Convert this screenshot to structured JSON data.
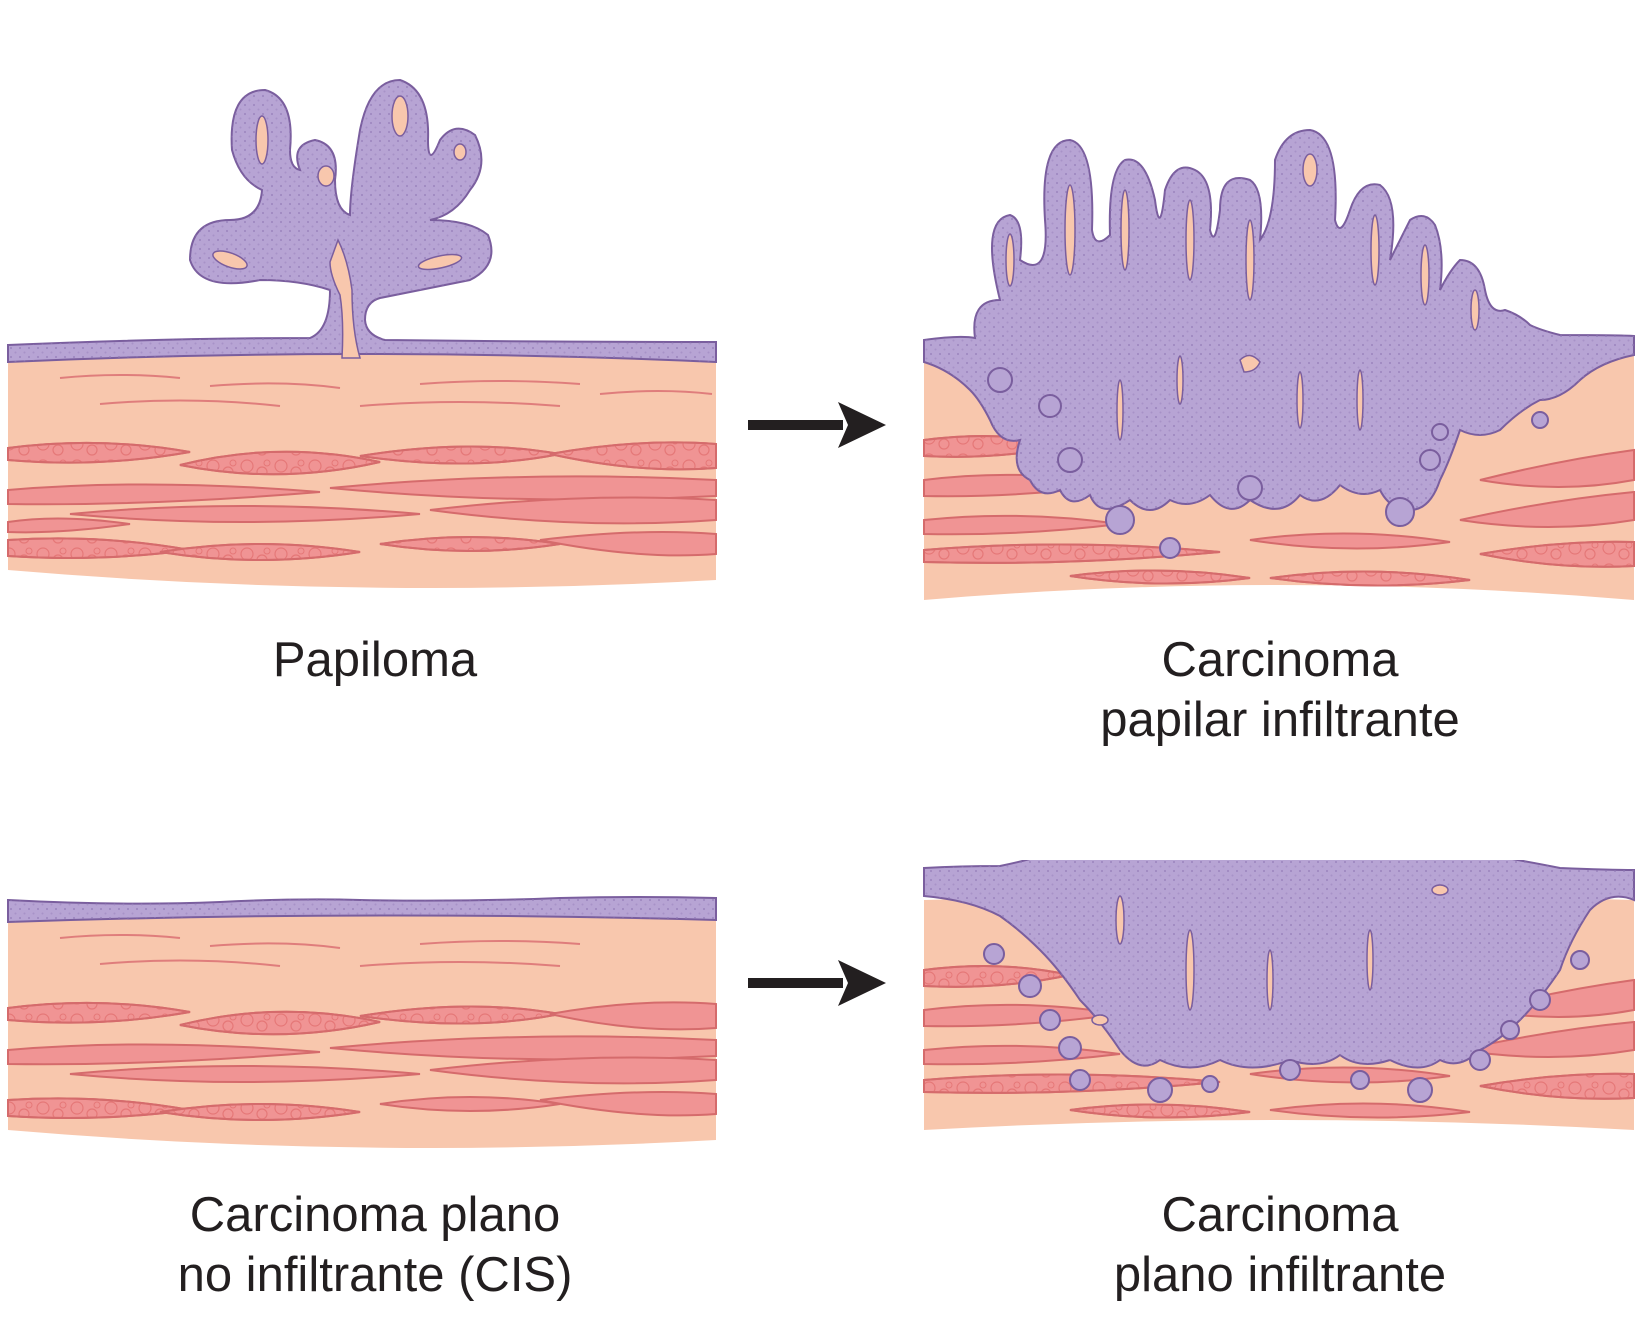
{
  "colors": {
    "epithelium": "#b7a4d4",
    "epithelium_outline": "#7a5e9e",
    "stroma": "#f8c7ad",
    "stroma_line": "#df7d7c",
    "muscle": "#f09494",
    "muscle_outline": "#d56b6c",
    "arrow": "#231f20"
  },
  "captions": {
    "papilloma": {
      "line1": "Papiloma"
    },
    "invasive_papillary": {
      "line1": "Carcinoma",
      "line2": "papilar infiltrante"
    },
    "flat_cis": {
      "line1": "Carcinoma plano",
      "line2": "no infiltrante (CIS)"
    },
    "invasive_flat": {
      "line1": "Carcinoma",
      "line2": "plano infiltrante"
    }
  }
}
